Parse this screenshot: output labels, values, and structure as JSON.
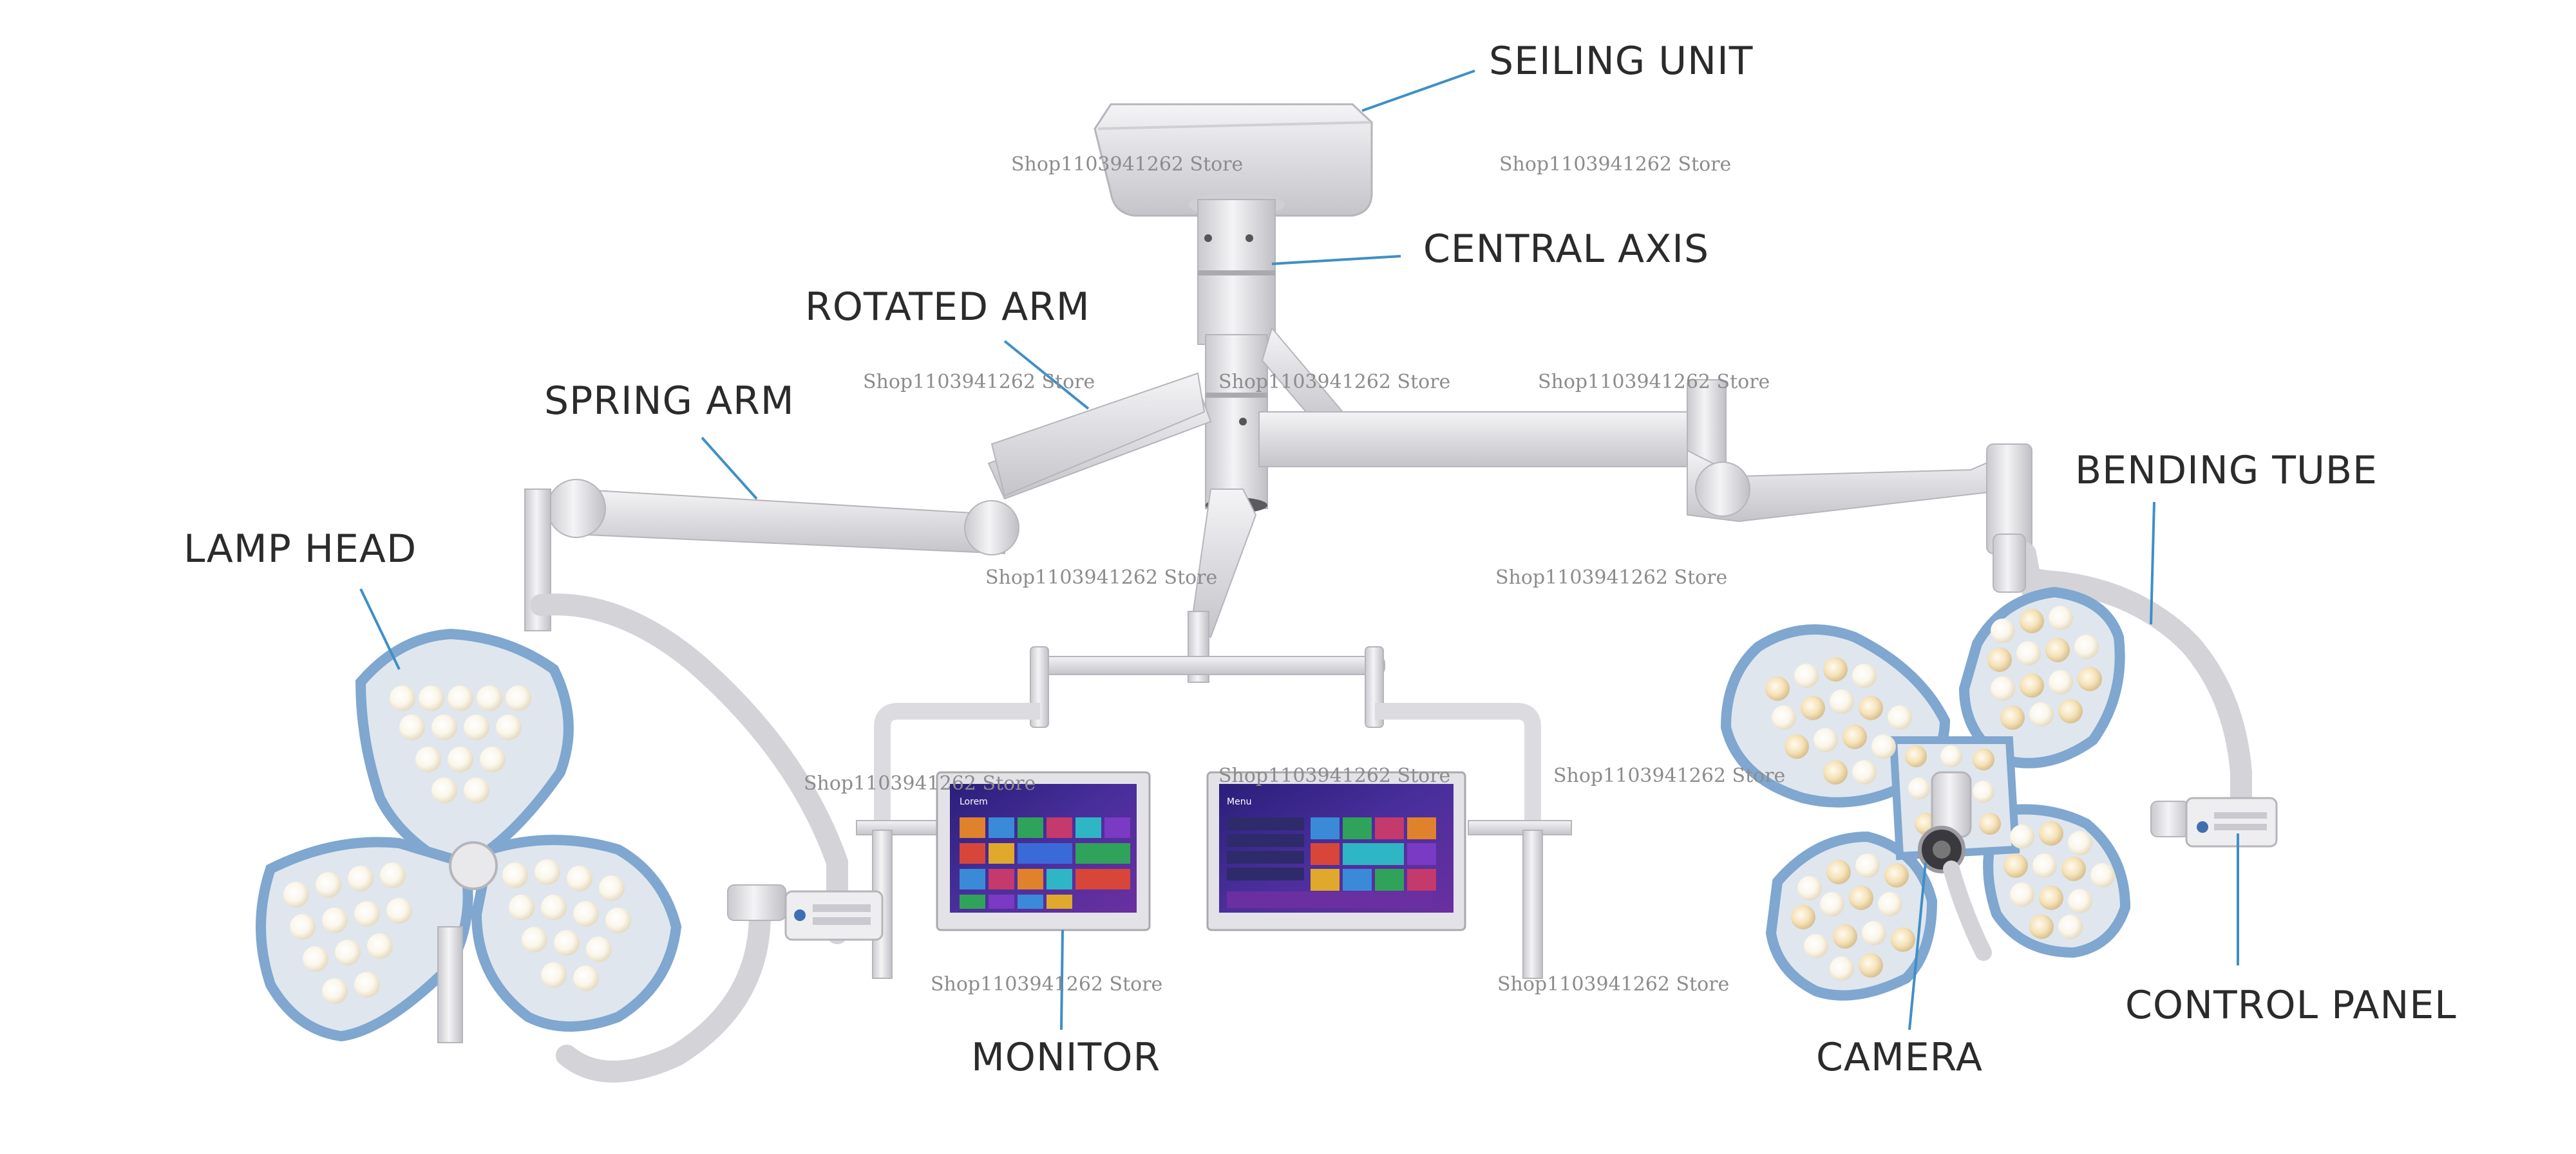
{
  "labels": {
    "seiling_unit": "SEILING UNIT",
    "central_axis": "CENTRAL AXIS",
    "rotated_arm": "ROTATED ARM",
    "spring_arm": "SPRING ARM",
    "lamp_head": "LAMP HEAD",
    "bending_tube": "BENDING TUBE",
    "monitor": "MONITOR",
    "camera": "CAMERA",
    "control_panel": "CONTROL PANEL"
  },
  "watermark": "Shop1103941262 Store",
  "screens": {
    "left_title": "Lorem",
    "right_title": "Menu"
  },
  "colors": {
    "frame_gray": "#e9e9ec",
    "shadow_gray": "#b8b8bd",
    "lamp_blue": "#7fa7cf",
    "leader_blue": "#3f8fc6",
    "screen_blue": "#3a2a8c"
  },
  "icons": [
    "ceiling-unit-icon",
    "lamp-head-icon",
    "monitor-icon",
    "camera-icon",
    "control-panel-icon"
  ]
}
